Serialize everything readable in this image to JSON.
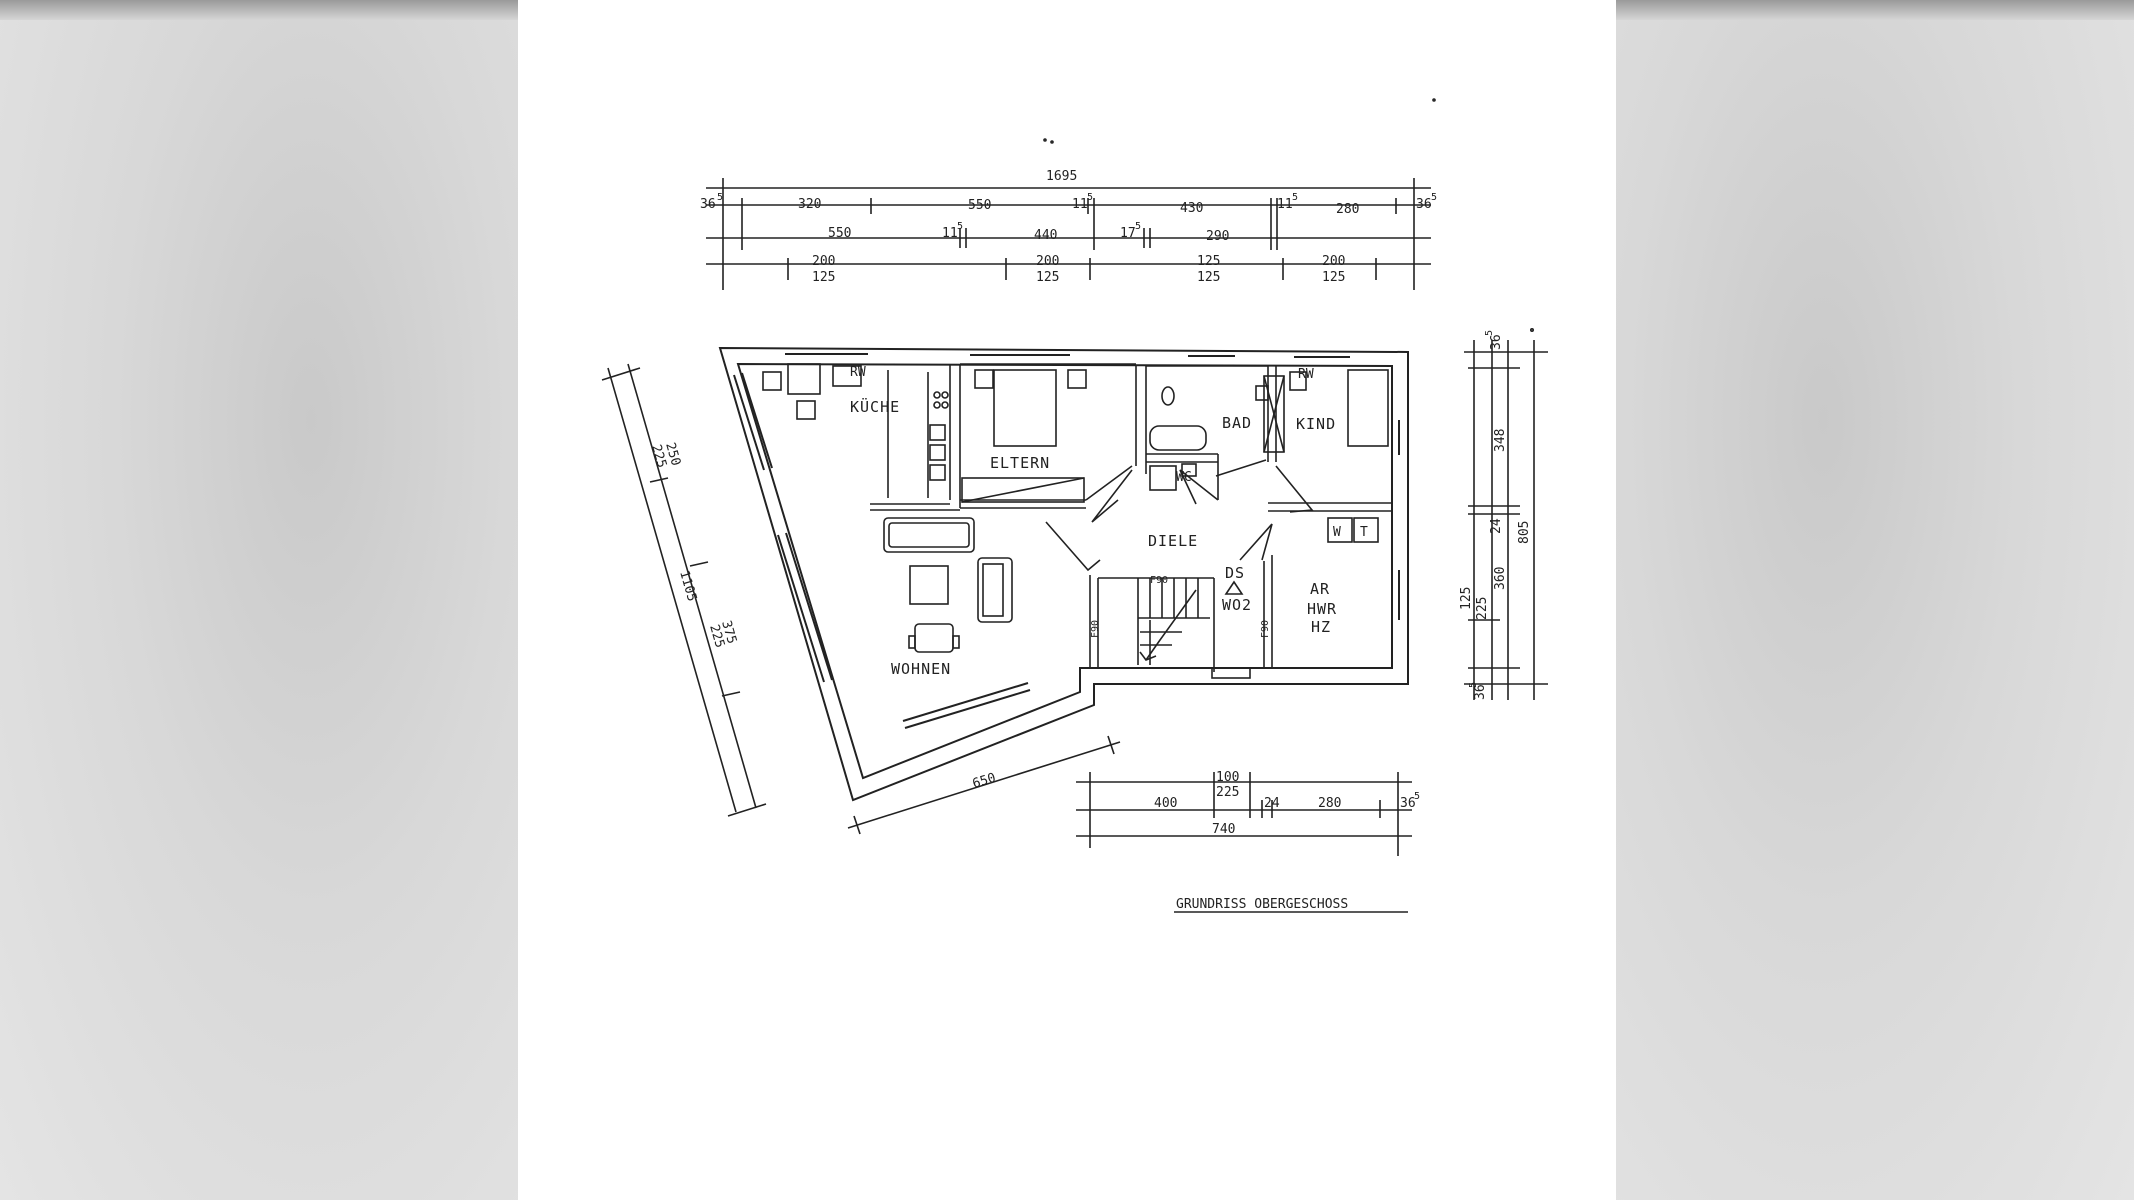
{
  "floor_plan": {
    "title": "GRUNDRISS OBERGESCHOSS",
    "rooms": {
      "kueche": "KÜCHE",
      "eltern": "ELTERN",
      "bad": "BAD",
      "kind": "KIND",
      "wc": "WC",
      "diele": "DIELE",
      "wohnen": "WOHNEN",
      "ar": "AR",
      "hwr": "HWR",
      "hz": "HZ"
    },
    "markers": {
      "rw1": "RW",
      "rw2": "RW",
      "w": "W",
      "t": "T",
      "ds": "DS",
      "wo2": "WO2",
      "f90a": "F90",
      "f90b": "F90",
      "f90c": "F90"
    },
    "top_dims": {
      "total": "1695",
      "r1": [
        "36",
        "320",
        "550",
        "11",
        "430",
        "11",
        "280",
        "36"
      ],
      "r1_sup": [
        "5",
        "5",
        "5",
        "5"
      ],
      "r2": [
        "550",
        "11",
        "440",
        "17",
        "290"
      ],
      "r2_sup": [
        "5",
        "5"
      ],
      "r3_top": [
        "200",
        "200",
        "125",
        "200"
      ],
      "r3_bottom": [
        "125",
        "125",
        "125",
        "125"
      ]
    },
    "right_dims": [
      "36",
      "348",
      "24",
      "805",
      "125",
      "225",
      "360",
      "36"
    ],
    "right_sup": [
      "5",
      "5"
    ],
    "left_dims": [
      "250",
      "225",
      "1105",
      "375",
      "225"
    ],
    "bottom_dims": {
      "r1_top": "100",
      "r1_bottom": "225",
      "r2": [
        "400",
        "24",
        "280",
        "36"
      ],
      "r2_sup": "5",
      "r3": "740",
      "angled": "650"
    }
  }
}
